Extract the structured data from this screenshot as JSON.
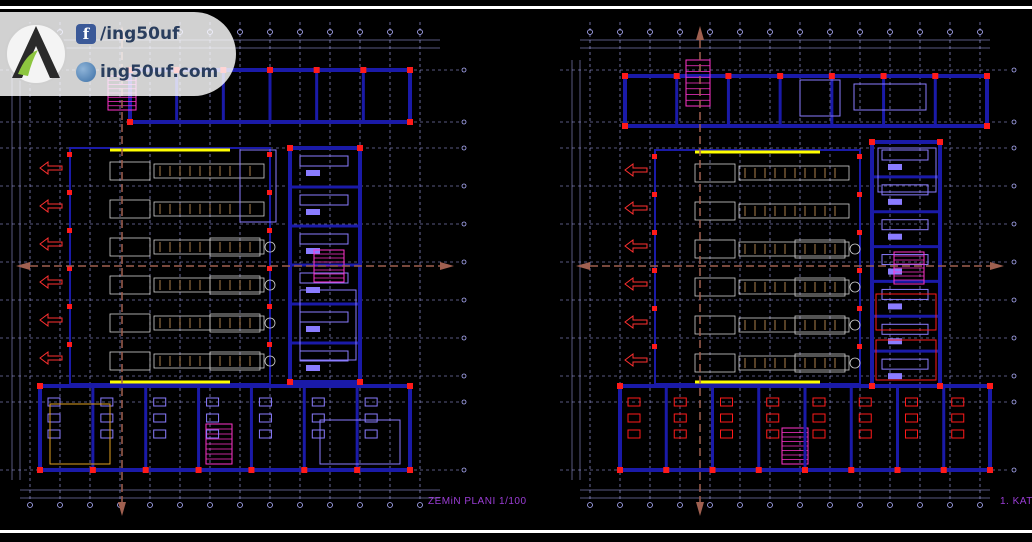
{
  "watermark": {
    "facebook_handle": "/ing50uf",
    "website": "ing50uf.com",
    "brand_colors": {
      "logo_green": "#8dc63f",
      "logo_dark": "#2a2a2a",
      "text": "#2a3e5e",
      "facebook": "#3b5998"
    }
  },
  "plans": {
    "ground_floor_title": "ZEMiN PLANI 1/100",
    "first_floor_title": "1. KAT"
  },
  "colors": {
    "background": "#000000",
    "walls": "#1a1aa8",
    "columns": "#ff1a1a",
    "grid": "#b0b0ff",
    "furniture": "#8a7cff",
    "stairs": "#ff33cc",
    "windows": "#ffff00",
    "arrows": "#ff3030",
    "dimension_marks": "#a06050",
    "title_text": "#9b3dd6"
  },
  "icons": [
    "facebook-icon",
    "globe-icon",
    "logo-mark-icon",
    "exit-arrow-icon",
    "truck-icon"
  ]
}
